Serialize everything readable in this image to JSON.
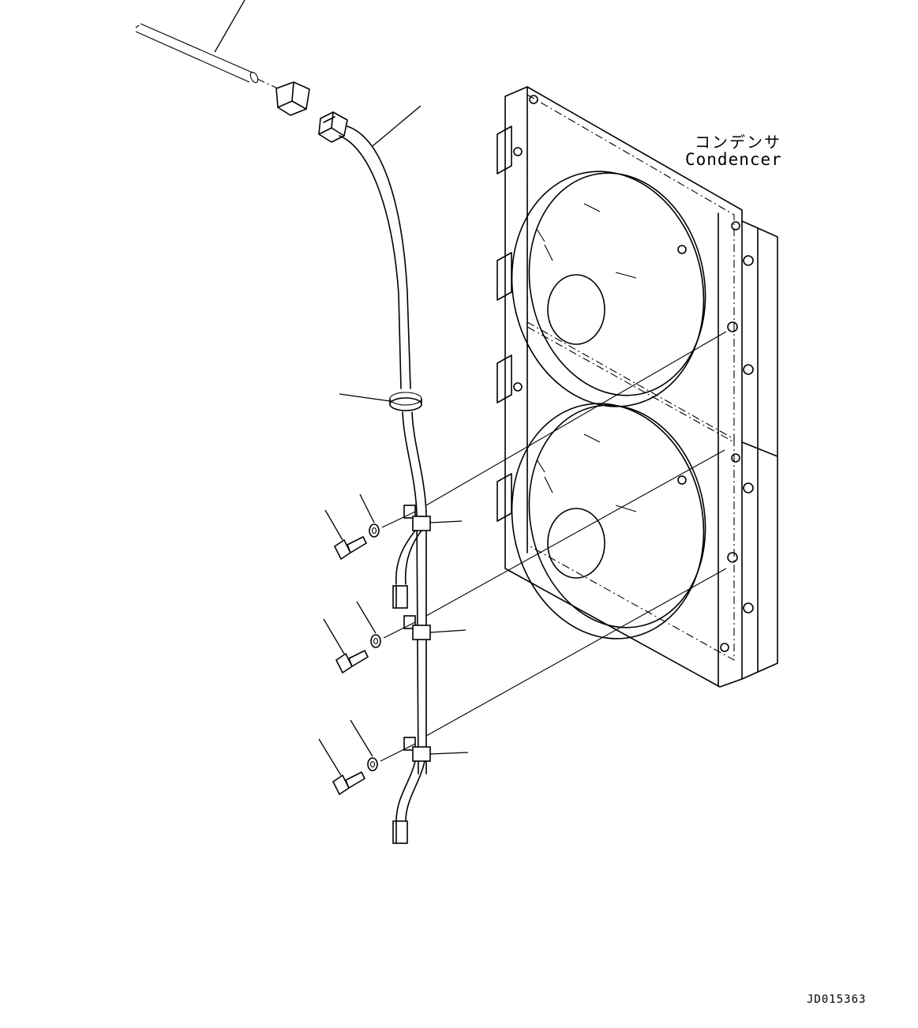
{
  "labels": {
    "condenser_jp": "コンデンサ",
    "condenser_en": "Condencer",
    "drawing_code": "JD015363"
  }
}
